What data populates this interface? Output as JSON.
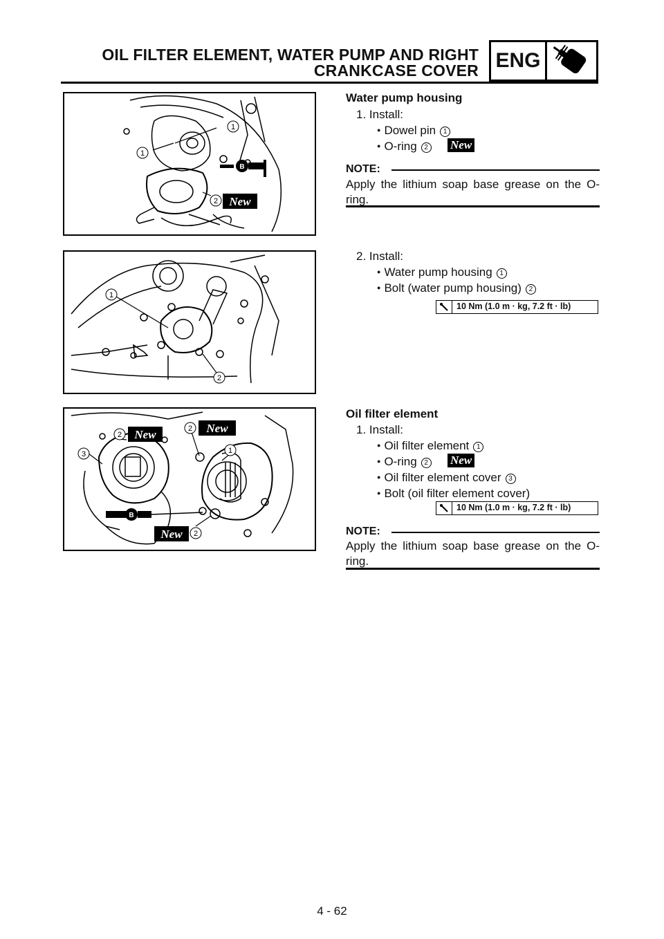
{
  "header": {
    "title_line1": "OIL FILTER ELEMENT, WATER PUMP AND RIGHT",
    "title_line2": "CRANKCASE COVER",
    "section": "ENG",
    "section_icon": "engine-icon"
  },
  "water_pump": {
    "heading": "Water pump housing",
    "step1": {
      "label": "1.  Install:",
      "items": [
        "Dowel pin",
        "O-ring"
      ],
      "nums": [
        "1",
        "2"
      ]
    },
    "note_label": "NOTE:",
    "note_text": "Apply the lithium soap base grease on the O-ring.",
    "step2": {
      "label": "2.  Install:",
      "items": [
        "Water pump housing",
        "Bolt (water pump housing)"
      ],
      "nums": [
        "1",
        "2"
      ]
    },
    "torque": "10 Nm (1.0 m · kg, 7.2 ft · lb)"
  },
  "oil_filter": {
    "heading": "Oil filter element",
    "step1": {
      "label": "1.  Install:",
      "items": [
        "Oil filter element",
        "O-ring",
        "Oil filter element cover",
        "Bolt (oil filter element cover)"
      ],
      "nums": [
        "1",
        "2",
        "3"
      ]
    },
    "torque": "10 Nm (1.0 m · kg, 7.2 ft · lb)",
    "note_label": "NOTE:",
    "note_text": "Apply the lithium soap base grease on the O-ring."
  },
  "new_badge": "New",
  "grease_mark": "B",
  "figures": {
    "fig1_labels": [
      "1",
      "1",
      "2"
    ],
    "fig2_labels": [
      "1",
      "2"
    ],
    "fig3_labels": [
      "2",
      "2",
      "3",
      "1",
      "2"
    ]
  },
  "page_number": "4 - 62"
}
